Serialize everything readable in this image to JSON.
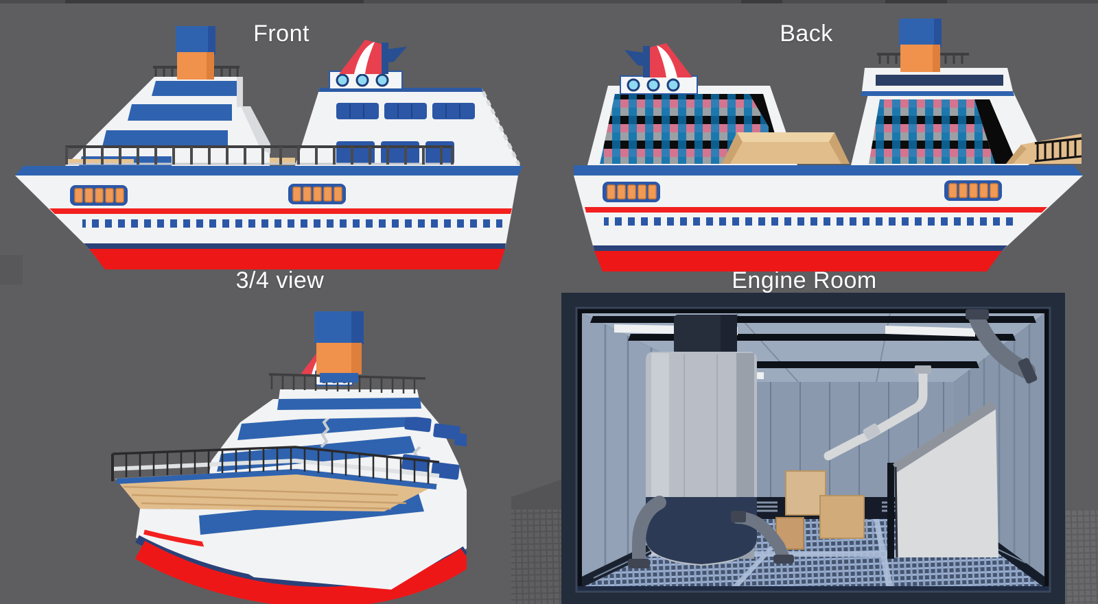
{
  "page": {
    "background_color": "#5e5e60"
  },
  "views": [
    {
      "id": "front",
      "label": "Front"
    },
    {
      "id": "back",
      "label": "Back"
    },
    {
      "id": "three_quarter",
      "label": "3/4 view"
    },
    {
      "id": "engine_room",
      "label": "Engine Room"
    }
  ],
  "palette": {
    "label_text": "#fdfdfd",
    "hull_white": "#f2f3f4",
    "stripe_blue": "#2f63af",
    "window_blue": "#2b57a6",
    "deck_navy": "#2a4279",
    "stripe_red": "#f2201f",
    "keel_red": "#ee1718",
    "funnel_orange": "#f0914c",
    "funnel_blue": "#2f63af",
    "whale_tail_red": "#e8404e",
    "whale_tail_navy": "#274f92",
    "porthole_cyan": "#8fd9f2",
    "deck_tan": "#e2bd8c",
    "railing_dark": "#3e3e40",
    "plaid_blue": "#1b86c6",
    "plaid_pink": "#d4748f",
    "plaid_grey": "#9aa0a4",
    "plaid_black": "#0c0c0c",
    "engine_frame_navy": "#232c3b",
    "engine_wall_blue_grey": "#93a2b7",
    "floor_grate_blue": "#9db1d2",
    "pipe_grey": "#6b7380",
    "pipe_white": "#d6d8da",
    "crate_tan": "#d8b88e"
  }
}
